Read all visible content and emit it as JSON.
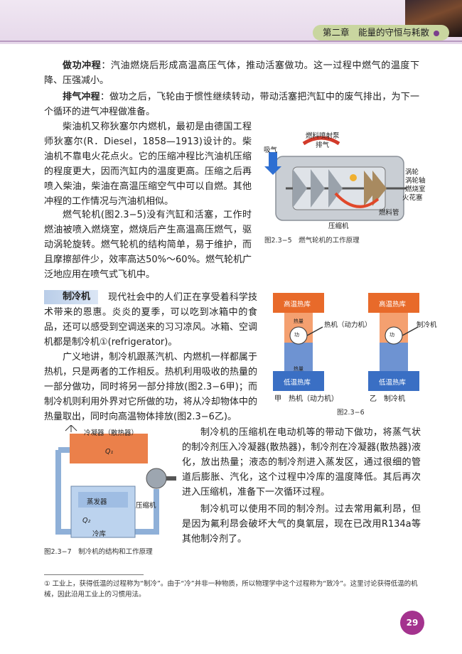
{
  "header": {
    "chapter": "第二章　能量的守恒与耗散"
  },
  "paragraphs": {
    "p1_kw": "做功冲程",
    "p1": "：汽油燃烧后形成高温高压气体，推动活塞做功。这一过程中燃气的温度下降、压强减小。",
    "p2_kw": "排气冲程",
    "p2": "：做功之后，飞轮由于惯性继续转动，带动活塞把汽缸中的废气排出，为下一个循环的进气冲程做准备。",
    "p3": "柴油机又称狄塞尔内燃机，最初是由德国工程师狄塞尔(R．Diesel，1858—1913)设计的。柴油机不靠电火花点火。它的压缩冲程比汽油机压缩的程度更大，因而汽缸内的温度更高。压缩之后再喷入柴油，柴油在高温压缩空气中可以自燃。其他冲程的工作情况与汽油机相似。",
    "p4": "燃气轮机(图2.3−5)没有汽缸和活塞，工作时燃油被喷入燃烧室，燃烧后产生高温高压燃气，驱动涡轮旋转。燃气轮机的结构简单，易于维护，而且摩擦部件少，效率高达50%～60%。燃气轮机广泛地应用在喷气式飞机中。",
    "section": "制冷机",
    "p5": "现代社会中的人们正在享受着科学技术带来的恩惠。炎炎的夏季，可以吃到冰箱中的食品，还可以感受到空调送来的习习凉风。冰箱、空调机都是制冷机①(refrigerator)。",
    "p6": "广义地讲，制冷机跟蒸汽机、内燃机一样都属于热机，只是两者的工作相反。热机利用吸收的热量的一部分做功，同时将另一部分排放(图2.3−6甲)；而制冷机则利用外界对它所做的功，将从冷却物体中的热量取出，同时向高温物体排放(图2.3−6乙)。",
    "p7": "制冷机的压缩机在电动机等的带动下做功，将蒸气状的制冷剂压入冷凝器(散热器)，制冷剂在冷凝器(散热器)液化，放出热量；液态的制冷剂进入蒸发区，通过很细的管道后膨胀、汽化，这个过程中冷库的温度降低。其后再次进入压缩机，准备下一次循环过程。",
    "p8": "制冷机可以使用不同的制冷剂。过去常用氟利昂，但是因为氟利昂会破坏大气的臭氧层，现在已改用R134a等其他制冷剂了。"
  },
  "fig235": {
    "labels": [
      "燃料喷射泵",
      "排气",
      "吸气",
      "涡轮",
      "涡轮轴",
      "燃烧室",
      "火花塞",
      "燃料管",
      "压缩机"
    ],
    "caption": "图2.3−5　燃气轮机的工作原理"
  },
  "fig236": {
    "hot": "高温热库",
    "cold": "低温热库",
    "q1": "热量",
    "q2": "热量",
    "heat_engine": "热机（动力机）",
    "fridge": "制冷机",
    "work": "功",
    "sub_a": "甲　热机（动力机）",
    "sub_b": "乙　制冷机",
    "caption": "图2.3−6"
  },
  "fig237": {
    "condenser": "冷凝器（散热器）",
    "q1": "Q₁",
    "evaporator": "蒸发器",
    "q2": "Q₂",
    "cold_store": "冷库",
    "compressor": "压缩机",
    "caption": "图2.3−7　制冷机的结构和工作原理"
  },
  "footnote": "① 工业上，获得低温的过程称为“制冷”。由于“冷”并非一种物质，所以物理学中这个过程称为“致冷”。这里讨论获得低温的机械，因此沿用工业上的习惯用法。",
  "page_number": "29",
  "colors": {
    "accent": "#a4338e",
    "hot": "#e86a2a",
    "cold": "#3a6fc4",
    "chapter_bg": "#c9d6a0"
  }
}
